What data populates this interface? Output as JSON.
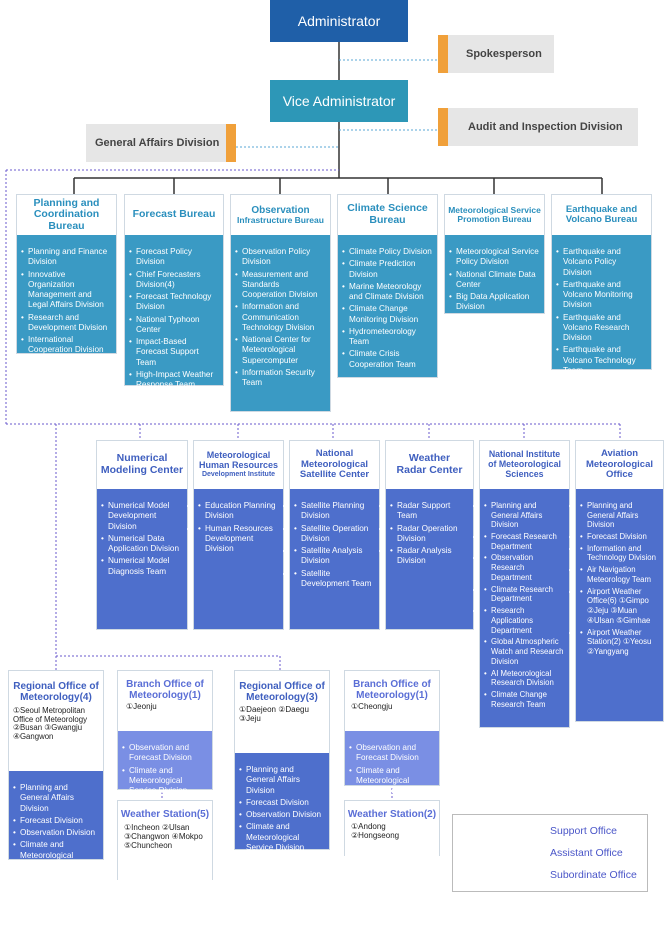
{
  "top": {
    "administrator": "Administrator",
    "vice_administrator": "Vice  Administrator",
    "spokesperson": "Spokesperson",
    "audit": "Audit and Inspection Division",
    "general_affairs": "General  Affairs Division"
  },
  "bureaus": [
    {
      "title": [
        "Planning and",
        "Coordination Bureau"
      ],
      "items": [
        "Planning and Finance Division",
        "Innovative Organization Management and Legal Affairs Division",
        "Research and Development Division",
        "International Cooperation Division"
      ]
    },
    {
      "title": [
        "Forecast Bureau"
      ],
      "items": [
        "Forecast Policy Division",
        "Chief Forecasters Division(4)",
        "Forecast Technology Division",
        "National Typhoon Center",
        "Impact-Based Forecast Support Team",
        "High-Impact Weather Response Team"
      ]
    },
    {
      "title": [
        "Observation",
        "Infrastructure Bureau"
      ],
      "items": [
        "Observation Policy Division",
        "Measurement and Standards Cooperation Division",
        "Information and Communication Technology  Division",
        "National Center for Meteorological Supercomputer",
        "Information Security Team"
      ]
    },
    {
      "title": [
        "Climate Science",
        "Bureau"
      ],
      "items": [
        "Climate Policy Division",
        "Climate Prediction Division",
        "Marine Meteorology and Climate Division",
        "Climate Change Monitoring Division",
        "Hydrometeorology Team",
        "Climate Crisis Cooperation Team"
      ]
    },
    {
      "title": [
        "Meteorological Service",
        "Promotion Bureau"
      ],
      "items": [
        "Meteorological Service Policy Division",
        "National Climate Data Center",
        "Big Data Application Division"
      ]
    },
    {
      "title": [
        "Earthquake and",
        "Volcano  Bureau"
      ],
      "items": [
        "Earthquake and Volcano Policy Division",
        "Earthquake and Volcano Monitoring Division",
        "Earthquake and Volcano Research Division",
        "Earthquake and Volcano Technology Team"
      ]
    }
  ],
  "centers": [
    {
      "title": [
        "Numerical",
        "Modeling Center"
      ],
      "items": [
        "Numerical Model Development Division",
        "Numerical Data Application Division",
        "Numerical Model Diagnosis Team"
      ]
    },
    {
      "title": [
        "Meteorological",
        "Human Resources",
        "Development Institute"
      ],
      "items": [
        "Education Planning Division",
        "Human Resources Development Division"
      ]
    },
    {
      "title": [
        "National",
        "Meteorological",
        "Satellite Center"
      ],
      "items": [
        "Satellite Planning Division",
        "Satellite Operation Division",
        "Satellite Analysis Division",
        "Satellite Development Team"
      ]
    },
    {
      "title": [
        "Weather",
        "Radar Center"
      ],
      "items": [
        "Radar Support Team",
        "Radar Operation Division",
        "Radar Analysis Division"
      ]
    },
    {
      "title": [
        "National Institute",
        "of Meteorological",
        "Sciences"
      ],
      "items": [
        "Planning and General Affairs Division",
        "Forecast Research Department",
        "Observation Research Department",
        "Climate Research Department",
        "Research Applications Department",
        "Global Atmospheric Watch and Research Division",
        "AI Meteorological Research Division",
        "Climate Change Research Team"
      ]
    },
    {
      "title": [
        "Aviation",
        "Meteorological",
        "Office"
      ],
      "items": [
        "Planning and General Affairs Division",
        "Forecast Division",
        "Information and Technology Division",
        "Air Navigation Meteorology Team",
        "Airport Weather Office(6) ①Gimpo ②Jeju ③Muan ④Ulsan ⑤Gimhae",
        "Airport Weather Station(2) ①Yeosu ②Yangyang"
      ]
    }
  ],
  "regional": {
    "r4": {
      "title": [
        "Regional Office of",
        "Meteorology(4)"
      ],
      "sub": [
        "①Seoul Metropolitan Office of Meteorology",
        "②Busan ③Gwangju",
        "④Gangwon"
      ],
      "items": [
        "Planning and General Affairs Division",
        "Forecast Division",
        "Observation Division",
        "Climate and Meteorological Service Division"
      ]
    },
    "b1a": {
      "title": [
        "Branch Office of",
        "Meteorology(1)"
      ],
      "sub": [
        "①Jeonju"
      ],
      "items": [
        "Observation and Forecast Division",
        "Climate and Meteorological Service Division"
      ]
    },
    "ws5": {
      "title": [
        "Weather Station(5)"
      ],
      "sub": [
        "①Incheon ②Ulsan",
        "③Changwon ④Mokpo",
        "⑤Chuncheon"
      ]
    },
    "r3": {
      "title": [
        "Regional Office of",
        "Meteorology(3)"
      ],
      "sub": [
        "①Daejeon   ②Daegu",
        "③Jeju"
      ],
      "items": [
        "Planning and General Affairs Division",
        "Forecast Division",
        "Observation Division",
        "Climate and Meteorological Service Division"
      ]
    },
    "b1b": {
      "title": [
        "Branch Office of",
        "Meteorology(1)"
      ],
      "sub": [
        "①Cheongju"
      ],
      "items": [
        "Observation and Forecast Division",
        "Climate and Meteorological Service Division"
      ]
    },
    "ws2": {
      "title": [
        "Weather Station(2)"
      ],
      "sub": [
        "①Andong",
        "②Hongseong"
      ]
    }
  },
  "legend": {
    "support": "Support Office",
    "assistant": "Assistant Office",
    "subordinate": "Subordinate Office"
  },
  "colors": {
    "navy": "#1f5fa8",
    "teal": "#2d97b7",
    "blue": "#4e6fcc",
    "light_blue": "#7a8fe4",
    "orange": "#f0a03a"
  }
}
